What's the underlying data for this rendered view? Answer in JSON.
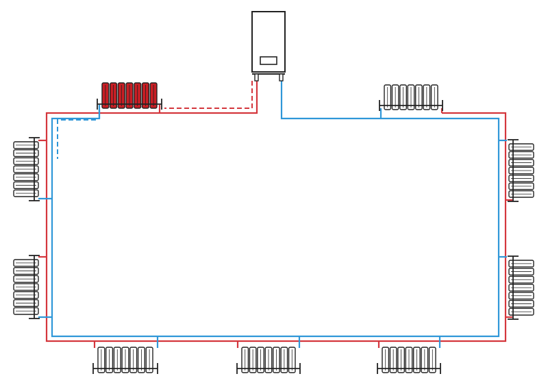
{
  "diagram": {
    "colors": {
      "supply": "#d4363c",
      "return": "#2f97d8",
      "outline": "#222222",
      "active_fill": "#c81e24",
      "background": "#ffffff"
    },
    "boiler": {
      "icon": "wall-boiler-icon"
    },
    "radiators": [
      {
        "id": "top-left-active",
        "icon": "radiator-icon",
        "state": "heating"
      },
      {
        "id": "top-right",
        "icon": "radiator-icon",
        "state": "idle"
      },
      {
        "id": "left-upper",
        "icon": "radiator-icon",
        "state": "idle"
      },
      {
        "id": "left-lower",
        "icon": "radiator-icon",
        "state": "idle"
      },
      {
        "id": "right-upper",
        "icon": "radiator-icon",
        "state": "idle"
      },
      {
        "id": "right-lower",
        "icon": "radiator-icon",
        "state": "idle"
      },
      {
        "id": "bottom-left",
        "icon": "radiator-icon",
        "state": "idle"
      },
      {
        "id": "bottom-center",
        "icon": "radiator-icon",
        "state": "idle"
      },
      {
        "id": "bottom-right",
        "icon": "radiator-icon",
        "state": "idle"
      }
    ],
    "flow_indicators": {
      "supply": "dashed-arrow",
      "return": "dashed-arrow"
    }
  }
}
